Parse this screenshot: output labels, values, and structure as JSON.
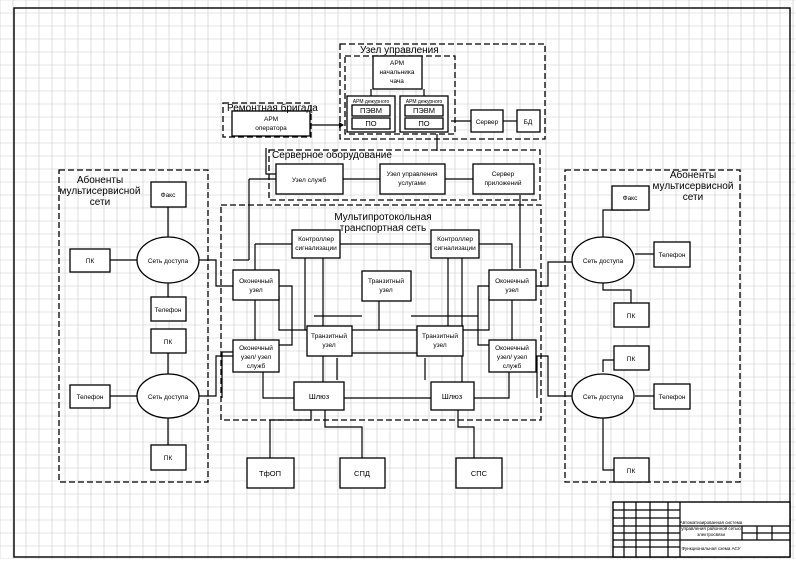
{
  "groups": {
    "control_center": "Узел управления",
    "repair_team": "Ремонтная бригада",
    "server_equipment": "Серверное оборудование",
    "transport_network": [
      "Мультипротокольная",
      "транспортная сеть"
    ],
    "subscribers_left": [
      "Абоненты",
      "мультисервисной",
      "сети"
    ],
    "subscribers_right": [
      "Абоненты",
      "мультисервисной",
      "сети"
    ]
  },
  "nodes": {
    "arm_shift_chief": [
      "АРМ",
      "начальника",
      "чача"
    ],
    "arm_duty_left": "АРМ дежурного",
    "arm_duty_right": "АРМ дежурного",
    "pevm": "ПЭВМ",
    "po": "ПО",
    "server": "Сервер",
    "db": "БД",
    "arm_operator": [
      "АРМ",
      "оператора"
    ],
    "service_node": "Узел служб",
    "service_mgmt_node": [
      "Узел управления",
      "услугами"
    ],
    "app_server": [
      "Сервер",
      "приложений"
    ],
    "signaling_controller": [
      "Контроллер",
      "сигнализации"
    ],
    "end_node": [
      "Оконечный",
      "узел"
    ],
    "transit_node": [
      "Транзитный",
      "узел"
    ],
    "end_service_node": [
      "Оконечный",
      "узел/ узел",
      "служб"
    ],
    "gateway": "Шлюз",
    "access_network": "Сеть доступа",
    "fax": "Факс",
    "pc": "ПК",
    "phone": "Телефон",
    "tfop": "ТфОП",
    "spd": "СПД",
    "sps": "СПС"
  },
  "title_block": {
    "project_title": [
      "Автоматизированная система",
      "управления районной сетью",
      "электросвязи"
    ],
    "sheet_title": "Функциональная схема АСУ"
  }
}
